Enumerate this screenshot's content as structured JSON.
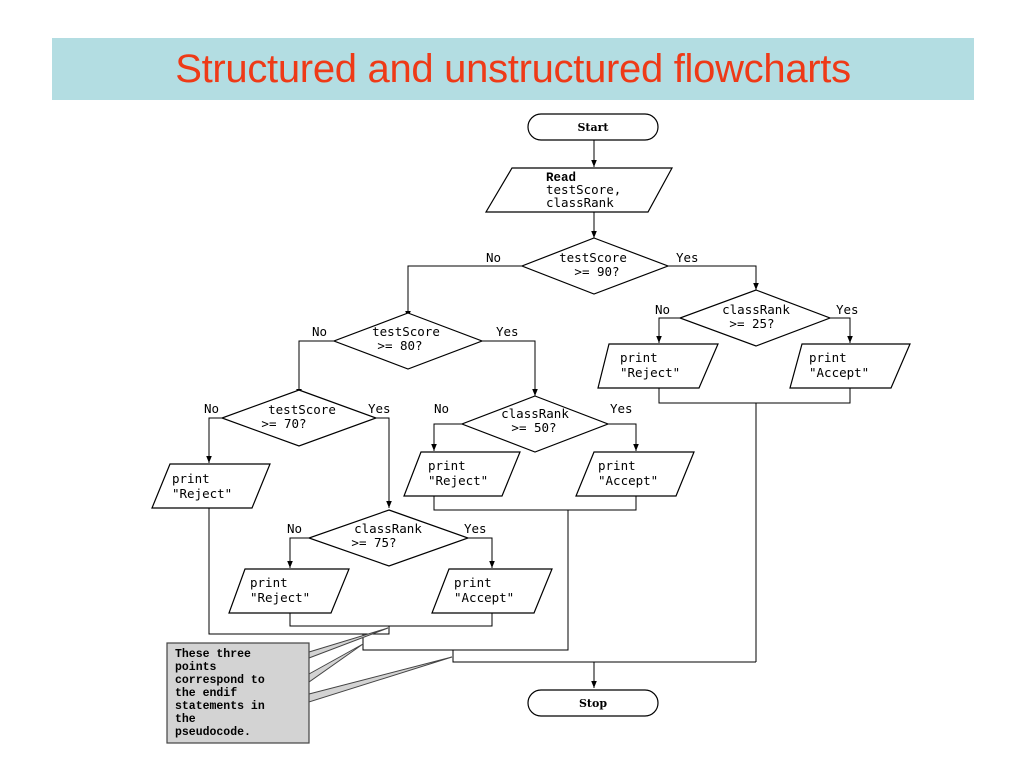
{
  "title": "Structured and unstructured flowcharts",
  "nodes": {
    "start": "Start",
    "stop": "Stop",
    "read": [
      "Read",
      "testScore,",
      "classRank"
    ],
    "d90": [
      "testScore",
      ">= 90?"
    ],
    "d80": [
      "testScore",
      ">= 80?"
    ],
    "d70": [
      "testScore",
      ">= 70?"
    ],
    "d25": [
      "classRank",
      ">= 25?"
    ],
    "d50": [
      "classRank",
      ">= 50?"
    ],
    "d75": [
      "classRank",
      ">= 75?"
    ],
    "print_word": "print",
    "reject": "\"Reject\"",
    "accept": "\"Accept\""
  },
  "branch": {
    "yes": "Yes",
    "no": "No"
  },
  "callout": [
    "These three",
    "points",
    "correspond to",
    "the endif",
    "statements in",
    "the",
    "pseudocode."
  ]
}
